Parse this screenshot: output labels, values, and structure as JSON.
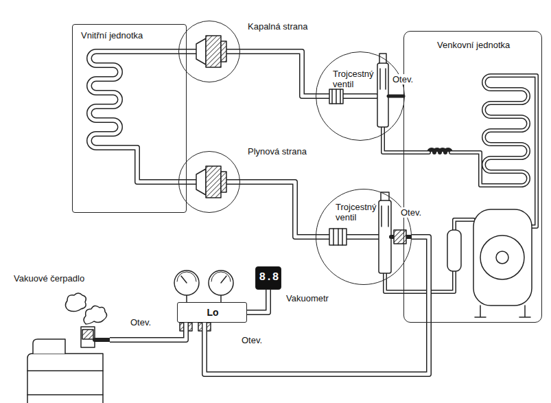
{
  "diagram": {
    "nodes": [
      {
        "text": [
          "Vnitřní jednotka"
        ]
      },
      {
        "text": [
          "Kapalná strana"
        ]
      },
      {
        "text": [
          "Venkovní jednotka"
        ]
      },
      {
        "text": [
          "Trojcestný ventil"
        ]
      },
      {
        "text": [
          "Plynová strana"
        ]
      },
      {
        "text": [
          "Trojcestný ventil"
        ]
      },
      {
        "text": [
          "Vakuové čerpadlo"
        ]
      },
      {
        "text": [
          "Lo"
        ]
      },
      {
        "text": [
          "8.8",
          "Vakuometr"
        ]
      }
    ],
    "edges": [
      {
        "from": 1,
        "to": 3,
        "arrow": "none"
      },
      {
        "from": 4,
        "to": 5,
        "arrow": "none"
      },
      {
        "from": 7,
        "to": 6,
        "arrow": "none"
      },
      {
        "from": 7,
        "to": 5,
        "arrow": "none"
      },
      {
        "from": 7,
        "to": 8,
        "arrow": "none"
      }
    ],
    "labels": [
      "Otev.",
      "Otev.",
      "Otev.",
      "Otev."
    ]
  }
}
